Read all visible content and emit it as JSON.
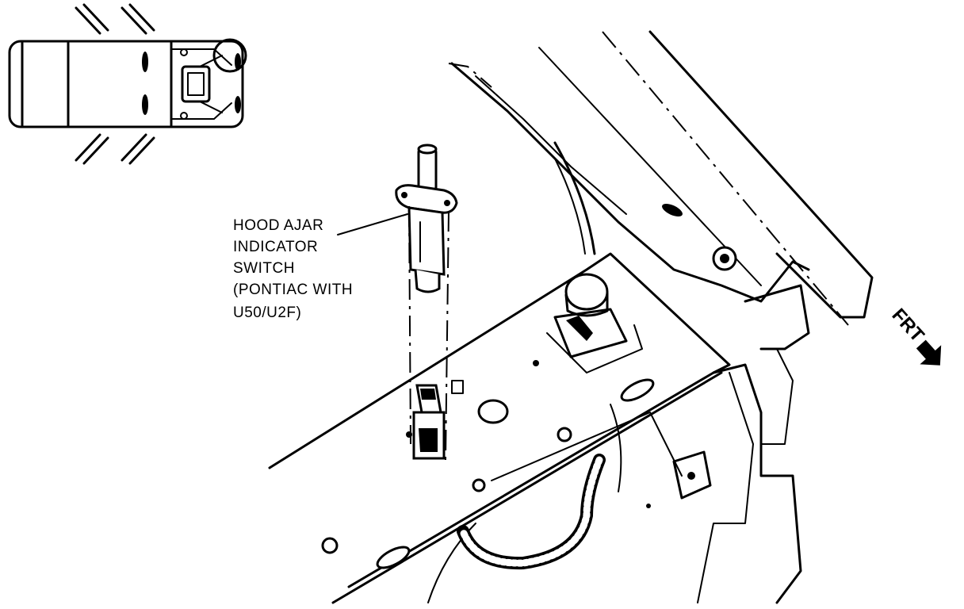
{
  "callout": {
    "lines": [
      "HOOD AJAR",
      "INDICATOR",
      "SWITCH",
      "(PONTIAC WITH",
      "U50/U2F)"
    ]
  },
  "direction_label": "FRT",
  "colors": {
    "ink": "#000000",
    "paper": "#ffffff"
  },
  "icons": {
    "locator": "vehicle-top-view-locator-icon",
    "direction": "front-direction-arrow-icon"
  }
}
